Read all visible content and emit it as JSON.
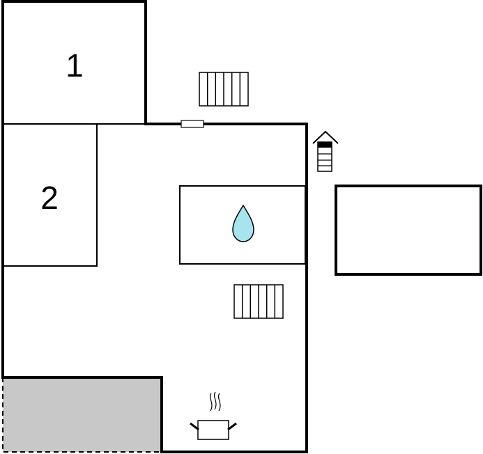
{
  "floorplan": {
    "rooms": [
      {
        "id": "bedroom-1",
        "label": "1"
      },
      {
        "id": "bedroom-2",
        "label": "2"
      }
    ],
    "icons": {
      "radiator": "radiator-icon",
      "water": "water-drop-icon",
      "chimney": "chimney-icon",
      "cooking": "cooking-pot-icon"
    },
    "colors": {
      "wall": "#000000",
      "terrace": "#c8c8c8",
      "water": "#a6e4ee",
      "background": "#ffffff"
    }
  }
}
